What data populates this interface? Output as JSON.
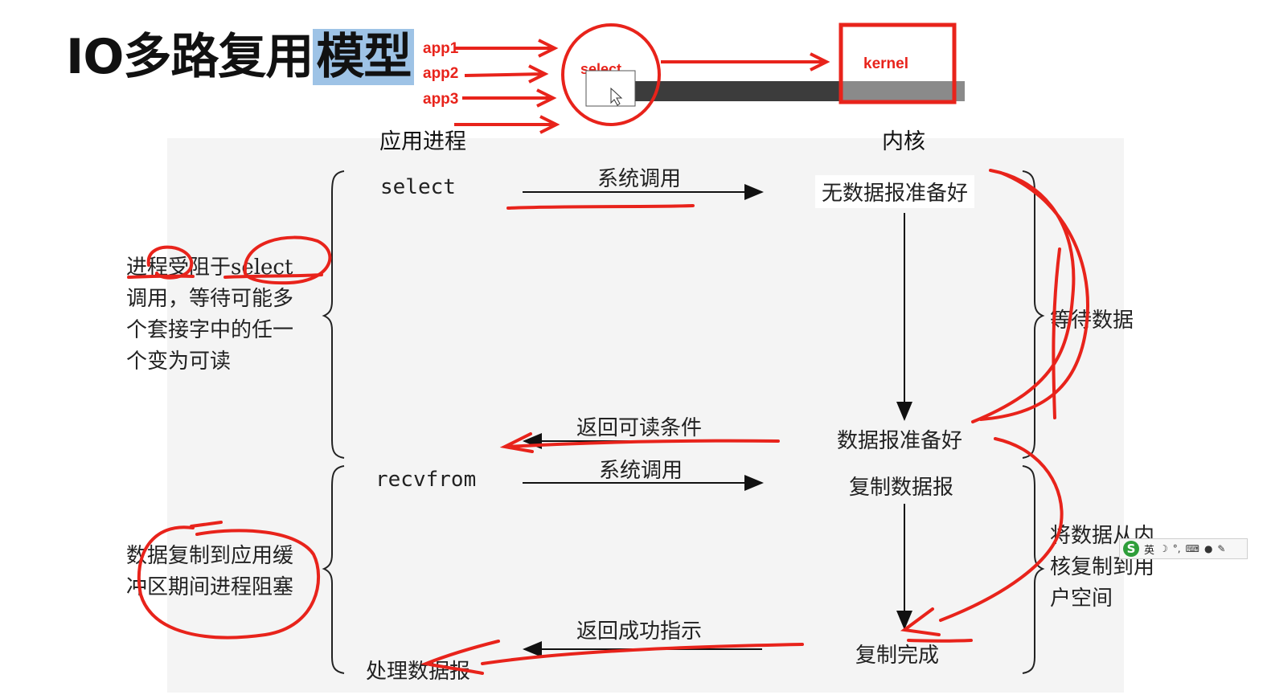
{
  "title": {
    "main": "IO多路复用",
    "highlighted": "模型"
  },
  "top_annotation": {
    "apps": [
      "app1",
      "app2",
      "app3"
    ],
    "select_label": "select",
    "kernel_label": "kernel"
  },
  "columns": {
    "app_process": "应用进程",
    "kernel": "内核"
  },
  "left_calls": {
    "select": "select",
    "recvfrom": "recvfrom",
    "process": "处理数据报"
  },
  "arrows": {
    "syscall1": "系统调用",
    "return_readable": "返回可读条件",
    "syscall2": "系统调用",
    "return_success": "返回成功指示"
  },
  "kernel_states": {
    "not_ready": "无数据报准备好",
    "ready": "数据报准备好",
    "copy": "复制数据报",
    "done": "复制完成"
  },
  "right_notes": {
    "wait": "等待数据",
    "copy_line1": "将数据从内",
    "copy_line2": "核复制到用",
    "copy_line3": "户空间"
  },
  "left_notes": {
    "blocked_line1": "进程受阻于select",
    "blocked_line2": "调用，等待可能多",
    "blocked_line3": "个套接字中的任一",
    "blocked_line4": "个变为可读",
    "copy_line1": "数据复制到应用缓",
    "copy_line2": "冲区期间进程阻塞"
  },
  "ime_toolbar": {
    "logo": "S",
    "lang": "英"
  },
  "colors": {
    "annotation_red": "#e8231b",
    "title_highlight": "#9ec3e6",
    "dark_bar": "#3c3c3c"
  }
}
